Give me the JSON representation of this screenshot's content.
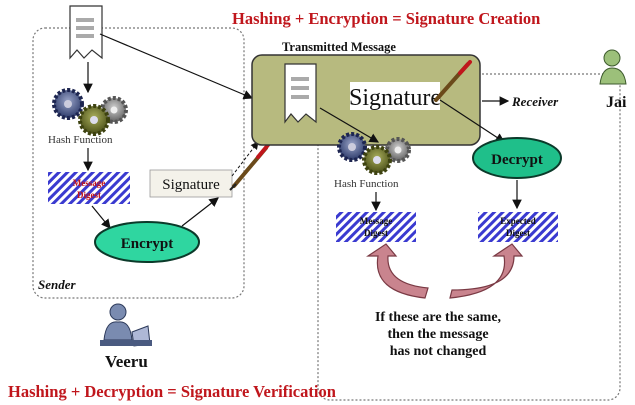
{
  "title_top": "Hashing + Encryption = Signature Creation",
  "title_bottom": "Hashing + Decryption = Signature Verification",
  "transmitted_label": "Transmitted Message",
  "receiver_label": "Receiver",
  "sender_label": "Sender",
  "sender_name": "Veeru",
  "receiver_name": "Jai",
  "signature_large": "Signature",
  "signature_small": "Signature",
  "hash_function_sender": "Hash Function",
  "hash_function_receiver": "Hash Function",
  "message_digest_sender": [
    "Message",
    "Digest"
  ],
  "message_digest_receiver": [
    "Message",
    "Digest"
  ],
  "expected_digest": [
    "Expected",
    "Digest"
  ],
  "encrypt_label": "Encrypt",
  "decrypt_label": "Decrypt",
  "comparison_note": [
    "If these are the same,",
    "then the message",
    "has not changed"
  ],
  "colors": {
    "title_red": "#c0161c",
    "encrypt_green": "#2fd6a0",
    "decrypt_green": "#1fbf8a",
    "transmitted_box": "#b7ba7f",
    "hatch_blue": "#3a3ad0",
    "arrow_pink": "#c9848e"
  }
}
